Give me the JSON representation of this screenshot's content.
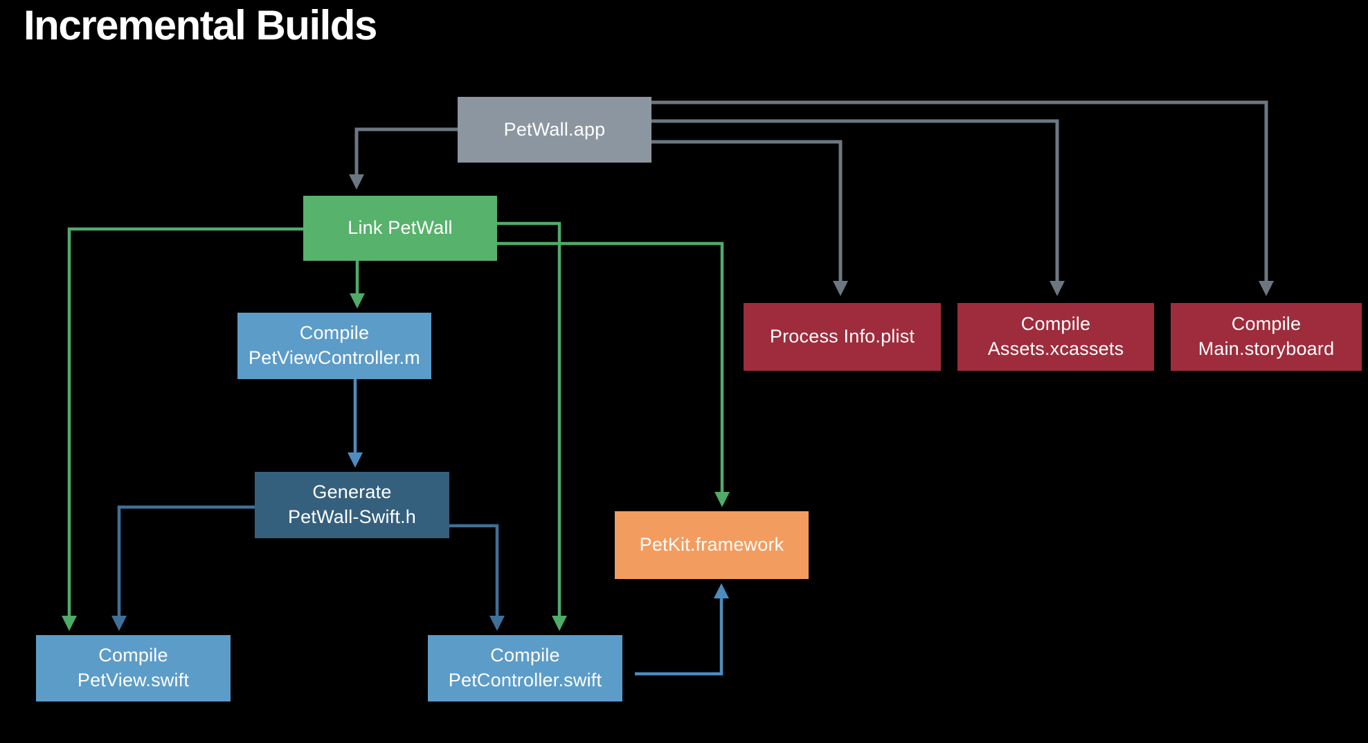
{
  "title": "Incremental Builds",
  "colors": {
    "background": "#000000",
    "text": "#ffffff",
    "gray_box": "#8B96A1",
    "gray_line": "#6C7781",
    "green_box": "#57B26B",
    "green_line": "#4FAB68",
    "blue_box": "#5C9CC9",
    "blue_line_dark": "#3F7098",
    "blue_line_light": "#4E8CBF",
    "navy_box": "#35607D",
    "orange_box": "#F39C60",
    "red_box": "#9E2C3C"
  },
  "nodes": {
    "petwall_app": {
      "label": "PetWall.app"
    },
    "link_petwall": {
      "label": "Link PetWall"
    },
    "compile_petviewcontroller": {
      "label": "Compile\nPetViewController.m"
    },
    "generate_petwall_swift_h": {
      "label": "Generate\nPetWall-Swift.h"
    },
    "compile_petview": {
      "label": "Compile\nPetView.swift"
    },
    "compile_petcontroller": {
      "label": "Compile\nPetController.swift"
    },
    "petkit_framework": {
      "label": "PetKit.framework"
    },
    "process_infoplist": {
      "label": "Process Info.plist"
    },
    "compile_assets": {
      "label": "Compile\nAssets.xcassets"
    },
    "compile_storyboard": {
      "label": "Compile\nMain.storyboard"
    }
  },
  "edges": [
    {
      "from": "PetWall.app",
      "to": "Link PetWall",
      "color": "gray"
    },
    {
      "from": "PetWall.app",
      "to": "Process Info.plist",
      "color": "gray"
    },
    {
      "from": "PetWall.app",
      "to": "Compile Assets.xcassets",
      "color": "gray"
    },
    {
      "from": "PetWall.app",
      "to": "Compile Main.storyboard",
      "color": "gray"
    },
    {
      "from": "Link PetWall",
      "to": "Compile PetViewController.m",
      "color": "green"
    },
    {
      "from": "Link PetWall",
      "to": "Compile PetView.swift",
      "color": "green"
    },
    {
      "from": "Link PetWall",
      "to": "Compile PetController.swift",
      "color": "green"
    },
    {
      "from": "Link PetWall",
      "to": "PetKit.framework",
      "color": "green"
    },
    {
      "from": "Compile PetViewController.m",
      "to": "Generate PetWall-Swift.h",
      "color": "blue"
    },
    {
      "from": "Generate PetWall-Swift.h",
      "to": "Compile PetView.swift",
      "color": "blue"
    },
    {
      "from": "Generate PetWall-Swift.h",
      "to": "Compile PetController.swift",
      "color": "blue"
    },
    {
      "from": "Compile PetController.swift",
      "to": "PetKit.framework",
      "color": "blue"
    }
  ]
}
